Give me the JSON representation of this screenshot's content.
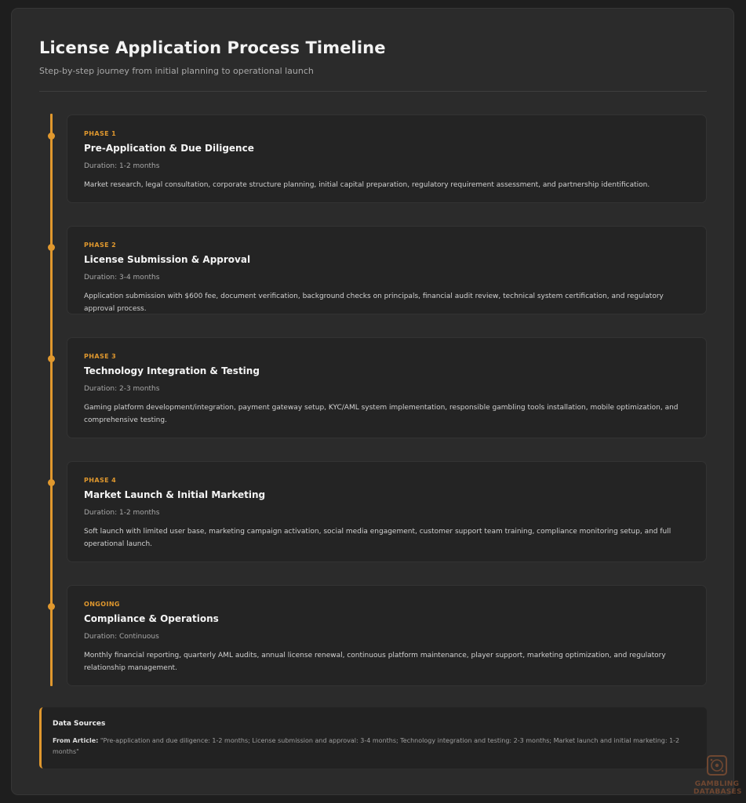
{
  "header": {
    "title": "License Application Process Timeline",
    "subtitle": "Step-by-step journey from initial planning to operational launch"
  },
  "phases": [
    {
      "tag": "PHASE 1",
      "title": "Pre-Application & Due Diligence",
      "duration": "Duration: 1-2 months",
      "description": "Market research, legal consultation, corporate structure planning, initial capital preparation, regulatory requirement assessment, and partnership identification."
    },
    {
      "tag": "PHASE 2",
      "title": "License Submission & Approval",
      "duration": "Duration: 3-4 months",
      "description": "Application submission with $600 fee, document verification, background checks on principals, financial audit review, technical system certification, and regulatory approval process."
    },
    {
      "tag": "PHASE 3",
      "title": "Technology Integration & Testing",
      "duration": "Duration: 2-3 months",
      "description": "Gaming platform development/integration, payment gateway setup, KYC/AML system implementation, responsible gambling tools installation, mobile optimization, and comprehensive testing."
    },
    {
      "tag": "PHASE 4",
      "title": "Market Launch & Initial Marketing",
      "duration": "Duration: 1-2 months",
      "description": "Soft launch with limited user base, marketing campaign activation, social media engagement, customer support team training, compliance monitoring setup, and full operational launch."
    },
    {
      "tag": "ONGOING",
      "title": "Compliance & Operations",
      "duration": "Duration: Continuous",
      "description": "Monthly financial reporting, quarterly AML audits, annual license renewal, continuous platform maintenance, player support, marketing optimization, and regulatory relationship management."
    }
  ],
  "sources": {
    "title": "Data Sources",
    "label": "From Article:",
    "text": "\"Pre-application and due diligence: 1-2 months; License submission and approval: 3-4 months; Technology integration and testing: 2-3 months; Market launch and initial marketing: 1-2 months\""
  },
  "watermark": {
    "line1": "GAMBLING",
    "line2": "DATABASES",
    "icon": "dice-emblem-icon"
  },
  "colors": {
    "accent": "#e0982e",
    "background": "#1e1e1e",
    "card": "#2b2b2b",
    "phase_card": "#242424"
  }
}
